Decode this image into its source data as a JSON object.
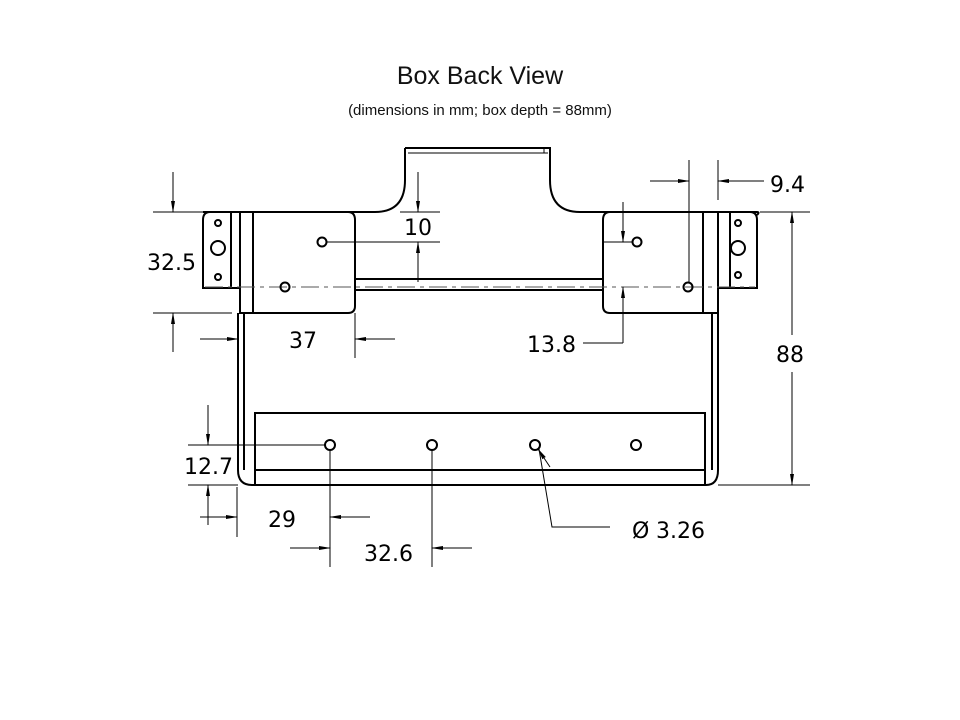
{
  "title": "Box Back View",
  "subtitle": "(dimensions in mm; box depth = 88mm)",
  "dimensions": {
    "flange_height": "32.5",
    "hole_offset_top": "10",
    "plate_width": "37",
    "hole_offset_bottom": "13.8",
    "ear_offset": "9.4",
    "box_depth": "88",
    "bottom_hole_height": "12.7",
    "bottom_hole_edge": "29",
    "bottom_hole_spacing": "32.6",
    "hole_diameter": "3.26"
  },
  "symbols": {
    "diameter": "Ø"
  }
}
